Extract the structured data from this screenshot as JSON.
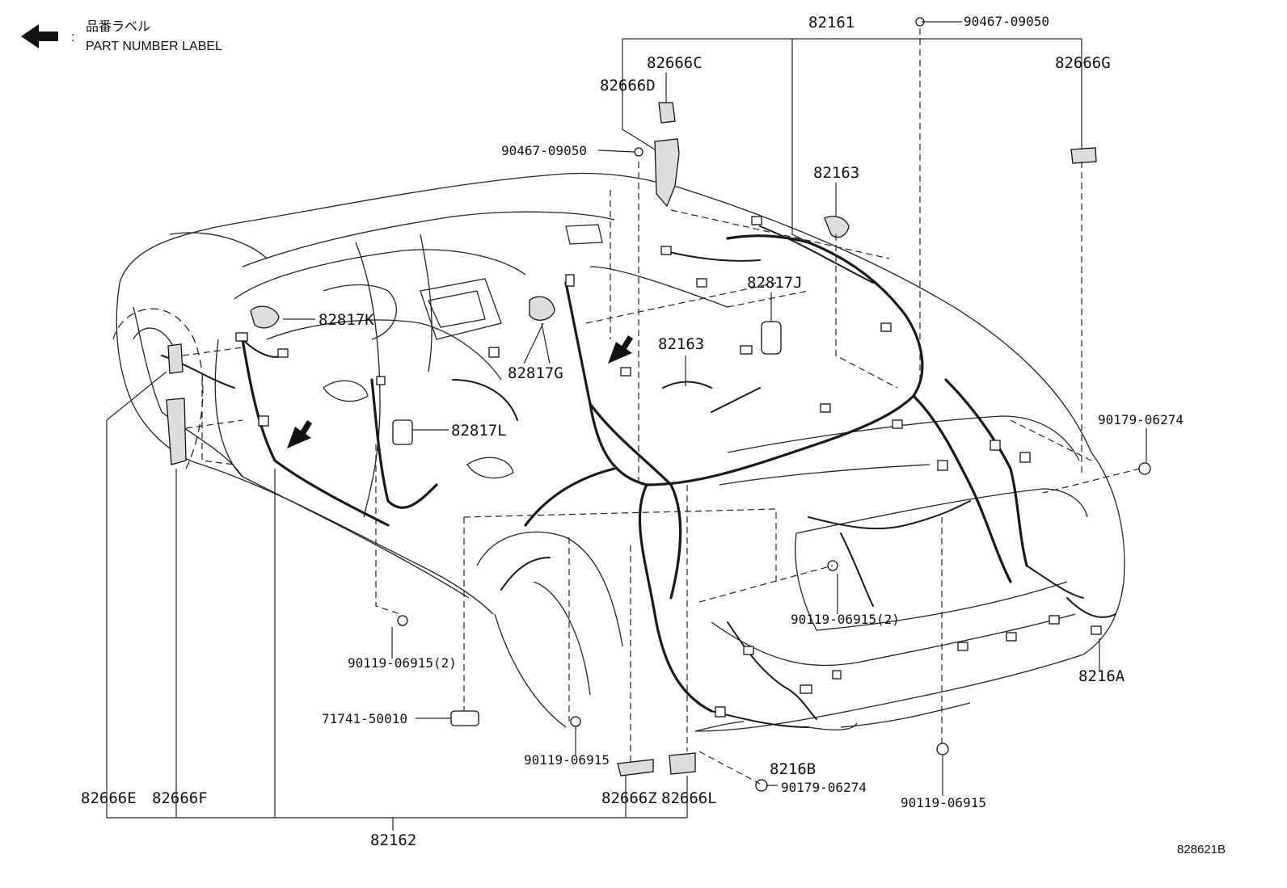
{
  "legend": {
    "label_jp": "品番ラベル",
    "label_en": "PART NUMBER LABEL",
    "separator": ":"
  },
  "parts": {
    "p82161": "82161",
    "p90467_top": "90467-09050",
    "p82666C": "82666C",
    "p82666D": "82666D",
    "p82666G": "82666G",
    "p90467_left": "90467-09050",
    "p82163_a": "82163",
    "p82817J": "82817J",
    "p82817K": "82817K",
    "p82163_b": "82163",
    "p82817G": "82817G",
    "p82817L": "82817L",
    "p90179_right": "90179-06274",
    "p90119_mid": "90119-06915(2)",
    "p90119_left": "90119-06915(2)",
    "p8216A": "8216A",
    "p71741": "71741-50010",
    "p90119_lower": "90119-06915",
    "p8216B": "8216B",
    "p90179_lower": "90179-06274",
    "p90119_bottom": "90119-06915",
    "p82666E": "82666E",
    "p82666F": "82666F",
    "p82666Z": "82666Z",
    "p82666L": "82666L",
    "p82162": "82162"
  },
  "diagram_code": "828621B"
}
